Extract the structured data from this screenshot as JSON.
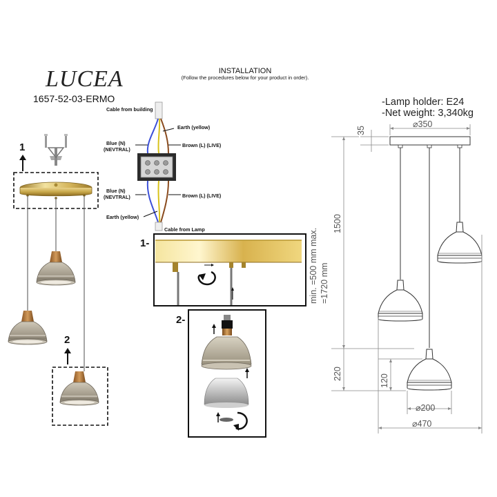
{
  "product": {
    "brand": "LUCEA",
    "code": "1657-52-03-ERMO"
  },
  "installation": {
    "title": "INSTALLATION",
    "subtitle": "(Follow the procedures below for your product in order)."
  },
  "wiring": {
    "cable_from_building": "Cable from building",
    "earth_top": "Earth (yellow)",
    "blue_top_1": "Blue (N)",
    "blue_top_2": "(NEVTRAL)",
    "brown_top": "Brown (L) (LIVE)",
    "blue_bottom_1": "Blue (N)",
    "blue_bottom_2": "(NEVTRAL)",
    "brown_bottom": "Brown (L) (LIVE)",
    "earth_bottom": "Earth (yellow)",
    "cable_from_lamp": "Cable from Lamp",
    "colors": {
      "blue": "#3b4fd8",
      "brown": "#8a4b1e",
      "yellow": "#d8c21a",
      "wire_white": "#e8e8e8"
    }
  },
  "steps": {
    "step1_left": "1",
    "step2_left": "2",
    "step1_detail": "1-",
    "step2_detail": "2-"
  },
  "specs": {
    "lamp_holder": "-Lamp holder: E24",
    "net_weight": "-Net weight: 3,340kg"
  },
  "dimensions": {
    "canopy_height": "35",
    "canopy_diameter": "⌀350",
    "total_height": "1500",
    "adjust_range": "min. =500 mm  max. =1720 mm",
    "lower_drop": "220",
    "shade_height": "120",
    "shade_diameter": "⌀200",
    "overall_diameter": "⌀470"
  },
  "icons": [
    "arrow-up-icon",
    "rotate-arrow-icon",
    "dashed-highlight-box"
  ],
  "colors": {
    "brass": "#c9a84a",
    "smoke_glass": "#b9b1a2",
    "copper": "#b07a3c",
    "line": "#333333",
    "dim_line": "#888888"
  }
}
